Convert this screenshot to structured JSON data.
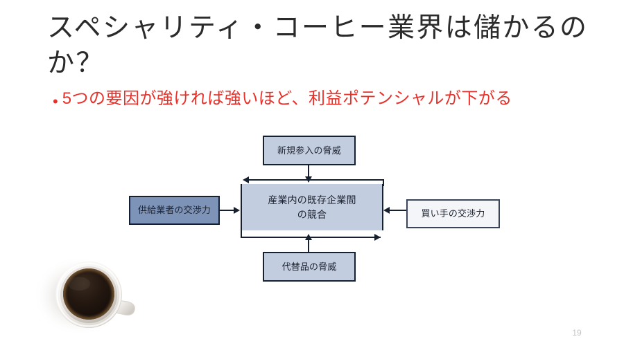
{
  "slide": {
    "title": "スペシャリティ・コーヒー業界は儲かるのか？",
    "page_number": "19",
    "bullet": {
      "marker": "•",
      "text": "5つの要因が強ければ強いほど、利益ポテンシャルが下がる",
      "color": "#e8312a"
    }
  },
  "diagram": {
    "name": "five-forces-diagram",
    "boxes": {
      "top": {
        "label": "新規参入の脅威",
        "fill": "#c3cde0",
        "stroke": "#17202e"
      },
      "left": {
        "label": "供給業者の交渉力",
        "fill": "#7e93b8",
        "stroke": "#17202e"
      },
      "center": {
        "label": "産業内の既存企業間\nの競合",
        "fill": "#c3cde0",
        "stroke": "#17202e"
      },
      "right": {
        "label": "買い手の交渉力",
        "fill": "#f3f5f8",
        "stroke": "#3a4558"
      },
      "bottom": {
        "label": "代替品の脅威",
        "fill": "#c3cde0",
        "stroke": "#17202e"
      }
    },
    "connectors": [
      {
        "from": "top",
        "to": "center",
        "direction": "down"
      },
      {
        "from": "left",
        "to": "center",
        "direction": "right"
      },
      {
        "from": "right",
        "to": "center",
        "direction": "left"
      },
      {
        "from": "bottom",
        "to": "center",
        "direction": "up"
      }
    ]
  },
  "imagery": {
    "coffee_cup": "coffee-cup-top-view"
  }
}
